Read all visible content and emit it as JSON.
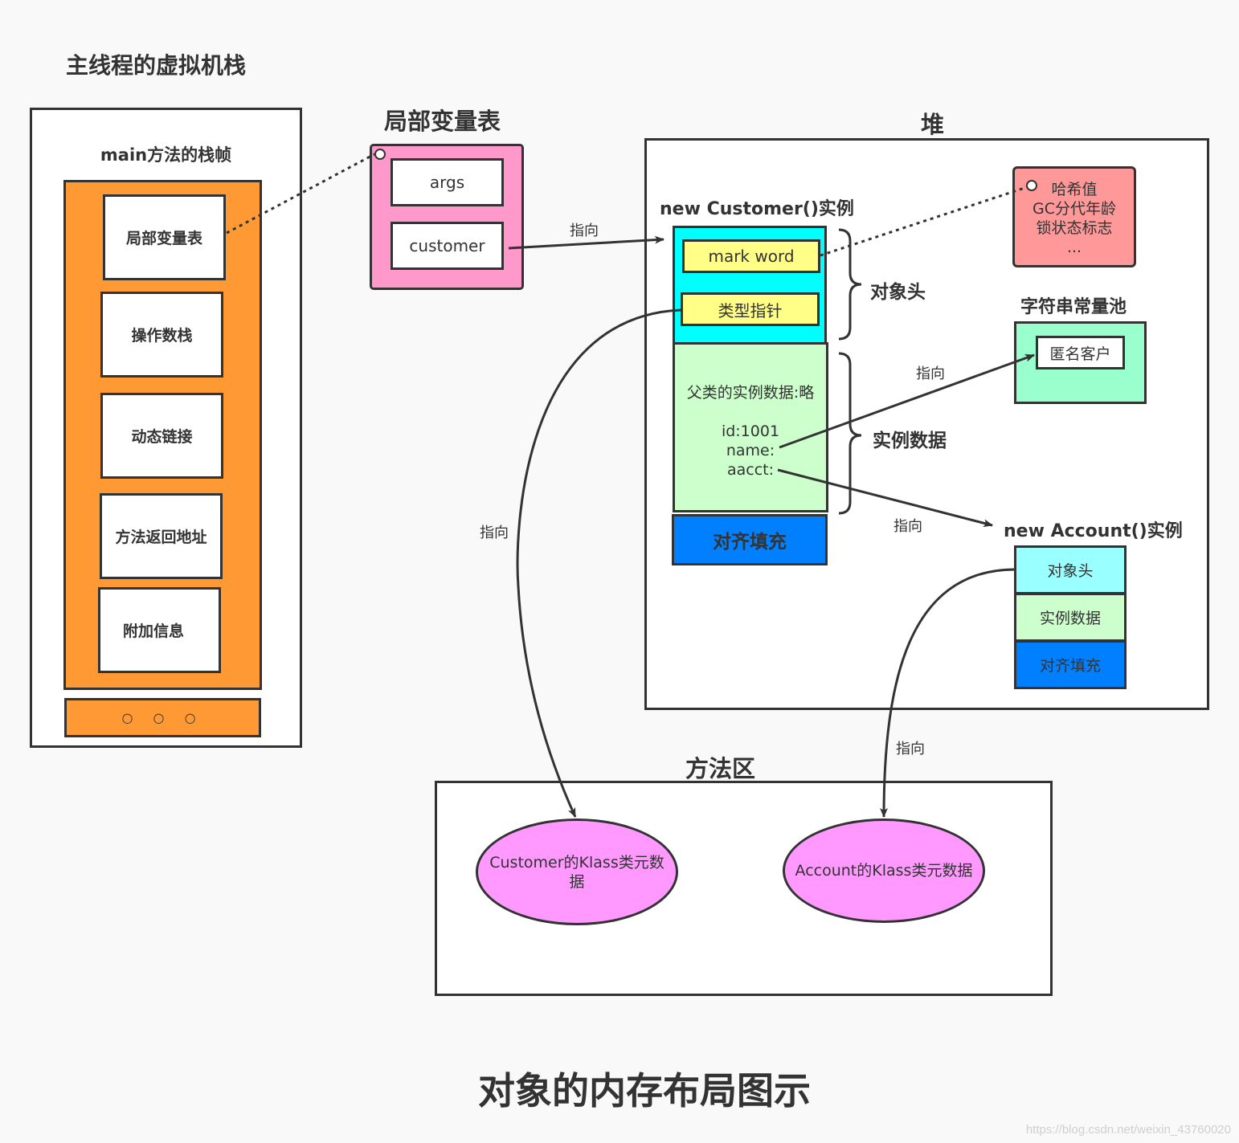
{
  "stack": {
    "title": "主线程的虚拟机栈",
    "frame_title": "main方法的栈帧",
    "items": [
      "局部变量表",
      "操作数栈",
      "动态链接",
      "方法返回地址",
      "附加信息"
    ],
    "more": "○ ○ ○"
  },
  "locals": {
    "title": "局部变量表",
    "rows": [
      "args",
      "customer"
    ]
  },
  "heap": {
    "title": "堆",
    "customer_title": "new Customer()实例",
    "mark_word": "mark word",
    "type_pointer": "类型指针",
    "instance_data_lines": [
      "父类的实例数据:略",
      "",
      "id:1001",
      "name:",
      "aacct:"
    ],
    "padding": "对齐填充",
    "brace_header": "对象头",
    "brace_data": "实例数据",
    "markword_info": [
      "哈希值",
      "GC分代年龄",
      "锁状态标志",
      "..."
    ],
    "string_pool_title": "字符串常量池",
    "string_value": "匿名客户",
    "account_title": "new Account()实例",
    "account_parts": [
      "对象头",
      "实例数据",
      "对齐填充"
    ]
  },
  "method_area": {
    "title": "方法区",
    "customer_klass": "Customer的Klass类元数据",
    "account_klass": "Account的Klass类元数据"
  },
  "arrows": {
    "points_to": "指向"
  },
  "footer": {
    "caption": "对象的内存布局图示",
    "watermark": "https://blog.csdn.net/weixin_43760020"
  },
  "colors": {
    "orange": "#ff9933",
    "pink": "#ff99cc",
    "cyan": "#00ffff",
    "yellow": "#ffff88",
    "light_green": "#ccffcc",
    "blue": "#007fff",
    "salmon": "#ff9999",
    "mint": "#99ffcc",
    "magenta": "#ff99ff"
  }
}
